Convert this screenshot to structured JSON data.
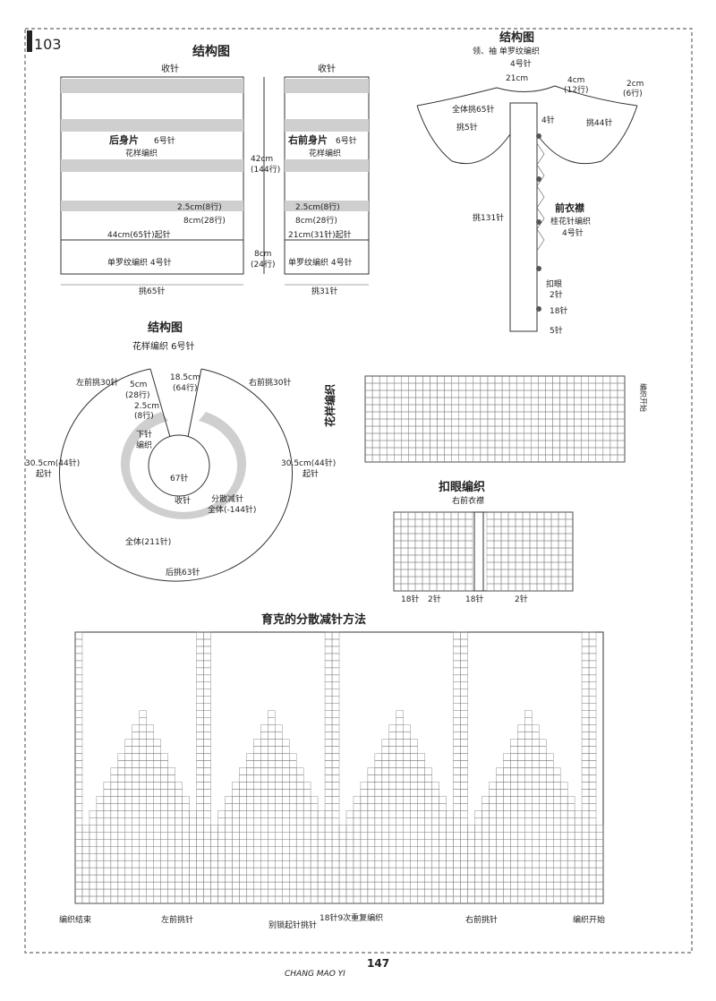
{
  "page": {
    "number_tag": "103",
    "page_number": "147",
    "logo_text": "CHANG MAO YI"
  },
  "panel1": {
    "title": "结构图",
    "back": {
      "name": "后身片",
      "needle": "6号针",
      "pattern": "花样编织",
      "top": "收针",
      "rib": "单罗纹编织  4号针",
      "width": "挑65针",
      "cast": "44cm(65针)起针",
      "h1": "42cm",
      "h1b": "(144行)",
      "h2": "8cm",
      "h2b": "(24行)",
      "dec1": "2.5cm(8行)",
      "dec2": "8cm(28行)"
    },
    "front": {
      "name": "右前身片",
      "needle": "6号针",
      "pattern": "花样编织",
      "top": "收针",
      "rib": "单罗纹编织  4号针",
      "width": "挑31针",
      "cast": "21cm(31针)起针",
      "dec1": "2.5cm(8行)",
      "dec2": "8cm(28行)"
    }
  },
  "panel2": {
    "title": "结构图",
    "subtitle": "领、袖  单罗纹编织",
    "top_w": "4号针",
    "neck_w": "21cm",
    "shoulder": "4cm",
    "shoulder_b": "(12行)",
    "sleeve": "2cm",
    "sleeve_b": "(6行)",
    "all_pick": "全体挑65针",
    "pick44": "挑44针",
    "pick5": "挑5针",
    "f4": "4针",
    "pick131": "挑131针",
    "placket": "前衣襟",
    "placket2": "桂花针编织",
    "placket3": "4号针",
    "button": "扣眼",
    "b2": "2针",
    "b18": "18针",
    "b5": "5针"
  },
  "panel3": {
    "title": "结构图",
    "subtitle": "花样编织 6号针",
    "left": "左前挑30针",
    "right": "右前挑30针",
    "a": "18.5cm",
    "a2": "(64行)",
    "b": "2.5cm",
    "b2": "(8行)",
    "c": "5cm",
    "c2": "(28行)",
    "d": "下针",
    "e": "编织",
    "l": "30.5cm(44针)",
    "l2": "起针",
    "r": "30.5cm(44针)",
    "r2": "起针",
    "center": "67针",
    "close": "收针",
    "div": "分散减针",
    "all": "全体(-144针)",
    "all2": "全体(211针)",
    "back": "后挑63针"
  },
  "panel4": {
    "title": "花样编织",
    "side": "编织开始"
  },
  "panel5": {
    "title": "扣眼编织",
    "subtitle": "右前衣襟",
    "n18a": "18针",
    "n2a": "2针",
    "n18b": "18针",
    "n2b": "2针"
  },
  "panel6": {
    "title": "育克的分散减针方法",
    "left_end": "编织结束",
    "left_pick": "左前挑针",
    "center": "别锁起针挑针",
    "mid": "18针9次重复编织",
    "right_pick": "右前挑针",
    "start": "编织开始"
  }
}
